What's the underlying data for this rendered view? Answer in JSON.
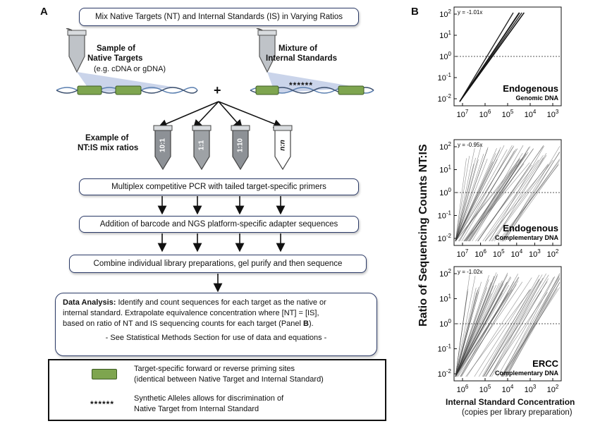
{
  "panel_a": {
    "letter": "A",
    "top_box": "Mix Native Targets (NT) and Internal Standards (IS) in Varying Ratios",
    "sample_title_1": "Sample of",
    "sample_title_2": "Native Targets",
    "sample_sub": "(e.g. cDNA or gDNA)",
    "mixture_title_1": "Mixture of",
    "mixture_title_2": "Internal Standards",
    "asterisks": "******",
    "plus": "+",
    "example_1": "Example of",
    "example_2": "NT:IS mix ratios",
    "tube_labels": [
      "10:1",
      "1:1",
      "1:10",
      "n:n"
    ],
    "step_pcr": "Multiplex competitive PCR with tailed target-specific primers",
    "step_barcode": "Addition of barcode and NGS platform-specific adapter sequences",
    "step_combine": "Combine individual library preparations, gel purify and then sequence",
    "analysis_label": "Data Analysis:",
    "analysis_text_1": " Identify and count sequences for each target as the native or",
    "analysis_text_2": "internal standard.  Extrapolate equivalence concentration where [NT] = [IS],",
    "analysis_text_3": "based on ratio of NT and IS sequencing counts for each target (Panel ",
    "analysis_panel_ref": "B",
    "analysis_text_4": ").",
    "analysis_note": "- See Statistical Methods Section for use of data and equations -",
    "legend": {
      "item1_line1": "Target-specific forward or reverse priming sites",
      "item1_line2": "(identical between Native Target and Internal Standard)",
      "item2_symbol": "******",
      "item2_line1": "Synthetic Alleles allows for discrimination of",
      "item2_line2": "Native Target from Internal Standard"
    }
  },
  "panel_b": {
    "letter": "B",
    "y_axis_label": "Ratio of Sequencing Counts NT:IS",
    "x_axis_label": "Internal Standard Concentration",
    "x_axis_sub": "(copies per library preparation)",
    "subplots": [
      {
        "equation": "y = -1.01x",
        "title": "Endogenous",
        "subtitle": "Genomic DNA",
        "y_ticks": [
          "10^2",
          "10^1",
          "10^0",
          "10^-1",
          "10^-2"
        ],
        "x_ticks": [
          "10^7",
          "10^6",
          "10^5",
          "10^4",
          "10^3"
        ]
      },
      {
        "equation": "y = -0.95x",
        "title": "Endogenous",
        "subtitle": "Complementary DNA",
        "y_ticks": [
          "10^2",
          "10^1",
          "10^0",
          "10^-1",
          "10^-2"
        ],
        "x_ticks": [
          "10^7",
          "10^6",
          "10^5",
          "10^4",
          "10^3",
          "10^2"
        ]
      },
      {
        "equation": "y = -1.02x",
        "title": "ERCC",
        "subtitle": "Complementary DNA",
        "y_ticks": [
          "10^2",
          "10^1",
          "10^0",
          "10^-1",
          "10^-2"
        ],
        "x_ticks": [
          "10^6",
          "10^5",
          "10^4",
          "10^3",
          "10^2"
        ]
      }
    ]
  },
  "colors": {
    "box_border": "#2b3a67",
    "primer_green": "#7ea54f",
    "dna_blue": "#5a7fb0"
  }
}
